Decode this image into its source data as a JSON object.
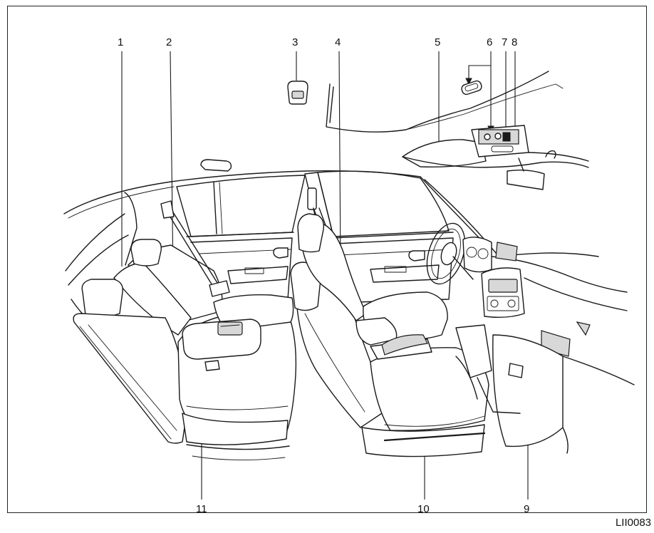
{
  "callouts": {
    "c1": "1",
    "c2": "2",
    "c3": "3",
    "c4": "4",
    "c5": "5",
    "c6": "6",
    "c7": "7",
    "c8": "8",
    "c9": "9",
    "c10": "10",
    "c11": "11"
  },
  "figure_code": "LII0083"
}
